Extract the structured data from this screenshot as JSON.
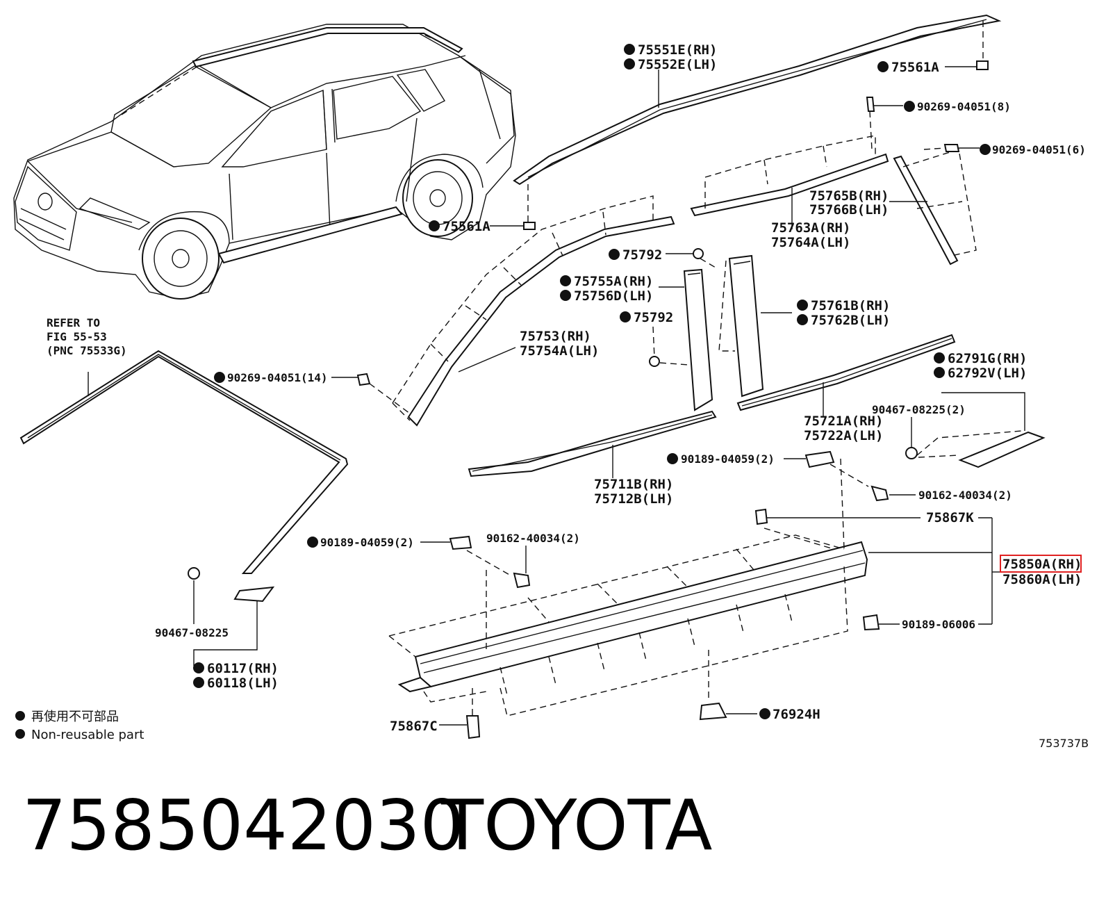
{
  "diagram": {
    "figure_code": "753737B",
    "refer_note": [
      "REFER TO",
      "FIG 55-53",
      "(PNC 75533G)"
    ],
    "legend": [
      {
        "symbol": "●",
        "text": "再使用不可部品"
      },
      {
        "symbol": "●",
        "text": "Non-reusable part"
      }
    ],
    "highlight_color": "#e02020",
    "parts": {
      "p75551E": "75551E(RH)",
      "p75552E": "75552E(LH)",
      "p75561A_top": "75561A",
      "p90269_8": "90269-04051(8)",
      "p90269_6": "90269-04051(6)",
      "p75765B": "75765B(RH)",
      "p75766B": "75766B(LH)",
      "p75763A": "75763A(RH)",
      "p75764A": "75764A(LH)",
      "p75561A_mid": "75561A",
      "p75792_a": "75792",
      "p75755A": "75755A(RH)",
      "p75756D": "75756D(LH)",
      "p75792_b": "75792",
      "p75761B": "75761B(RH)",
      "p75762B": "75762B(LH)",
      "p75753": "75753(RH)",
      "p75754A": "75754A(LH)",
      "p90269_14": "90269-04051(14)",
      "p62791G": "62791G(RH)",
      "p62792V": "62792V(LH)",
      "p90467_2": "90467-08225(2)",
      "p75721A": "75721A(RH)",
      "p75722A": "75722A(LH)",
      "p90189_2a": "90189-04059(2)",
      "p90162_2a": "90162-40034(2)",
      "p75711B": "75711B(RH)",
      "p75712B": "75712B(LH)",
      "p75867K": "75867K",
      "p75850A": "75850A(RH)",
      "p75860A": "75860A(LH)",
      "p90189_2b": "90189-04059(2)",
      "p90162_2b": "90162-40034(2)",
      "p90189_06006": "90189-06006",
      "p90467": "90467-08225",
      "p60117": "60117(RH)",
      "p60118": "60118(LH)",
      "p76924H": "76924H",
      "p75867C": "75867C"
    }
  },
  "caption": {
    "part_number": "7585042030",
    "brand": "TOYOTA"
  }
}
